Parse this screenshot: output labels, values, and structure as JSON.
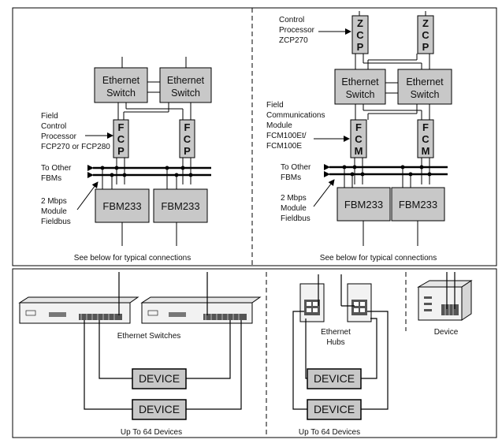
{
  "left_panel": {
    "switch_a": [
      "Ethernet",
      "Switch"
    ],
    "switch_b": [
      "Ethernet",
      "Switch"
    ],
    "fcp_a": [
      "F",
      "C",
      "P"
    ],
    "fcp_b": [
      "F",
      "C",
      "P"
    ],
    "fcp_label": [
      "Field",
      "Control",
      "Processor",
      "FCP270 or FCP280"
    ],
    "other_fbms": [
      "To Other",
      "FBMs"
    ],
    "fieldbus": [
      "2 Mbps",
      "Module",
      "Fieldbus"
    ],
    "fbm_a": "FBM233",
    "fbm_b": "FBM233",
    "footer": "See below for typical connections"
  },
  "right_panel": {
    "zcp_label": [
      "Control",
      "Processor",
      "ZCP270"
    ],
    "zcp_a": [
      "Z",
      "C",
      "P"
    ],
    "zcp_b": [
      "Z",
      "C",
      "P"
    ],
    "switch_a": [
      "Ethernet",
      "Switch"
    ],
    "switch_b": [
      "Ethernet",
      "Switch"
    ],
    "fcm_label": [
      "Field",
      "Communications",
      "Module",
      "FCM100Et/",
      "FCM100E"
    ],
    "fcm_a": [
      "F",
      "C",
      "M"
    ],
    "fcm_b": [
      "F",
      "C",
      "M"
    ],
    "other_fbms": [
      "To Other",
      "FBMs"
    ],
    "fieldbus": [
      "2 Mbps",
      "Module",
      "Fieldbus"
    ],
    "fbm_a": "FBM233",
    "fbm_b": "FBM233",
    "footer": "See below for typical connections"
  },
  "bottom": {
    "switches_label": "Ethernet Switches",
    "device_1": "DEVICE",
    "device_2": "DEVICE",
    "footer_1": "Up To 64 Devices",
    "hubs_label": [
      "Ethernet",
      "Hubs"
    ],
    "device_3": "DEVICE",
    "device_4": "DEVICE",
    "footer_2": "Up To 64 Devices",
    "device_label": "Device"
  },
  "colors": {
    "box_fill": "#c8c8c8",
    "line": "#000000"
  }
}
